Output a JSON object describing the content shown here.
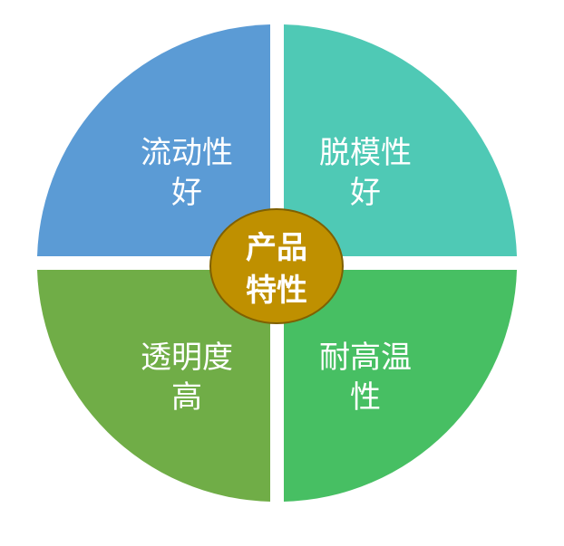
{
  "diagram": {
    "center": {
      "lines": [
        "产品",
        "特性"
      ],
      "color": "#BF9000",
      "stroke": "#7F6000"
    },
    "quadrants": [
      {
        "position": "top-left",
        "lines": [
          "流动性",
          "好"
        ],
        "color": "#5B9BD5"
      },
      {
        "position": "top-right",
        "lines": [
          "脱模性",
          "好"
        ],
        "color": "#4FC9B5"
      },
      {
        "position": "bottom-left",
        "lines": [
          "透明度",
          "高"
        ],
        "color": "#70AD47"
      },
      {
        "position": "bottom-right",
        "lines": [
          "耐高温",
          "性"
        ],
        "color": "#47BF63"
      }
    ]
  }
}
